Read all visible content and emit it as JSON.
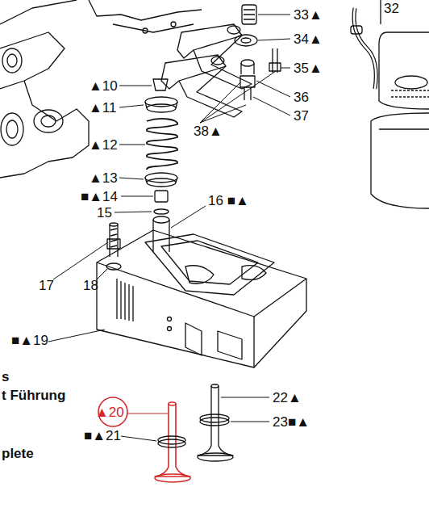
{
  "diagram": {
    "labels": [
      "32",
      "33▲",
      "34▲",
      "▲10",
      "35▲",
      "▲11",
      "36",
      "37",
      "38▲",
      "▲12",
      "▲13",
      "■▲14",
      "16 ■▲",
      "15",
      "17",
      "18",
      "■▲19",
      "s",
      "t Führung",
      "22▲",
      "▲20",
      "23■▲",
      "■▲21",
      "plete"
    ]
  }
}
